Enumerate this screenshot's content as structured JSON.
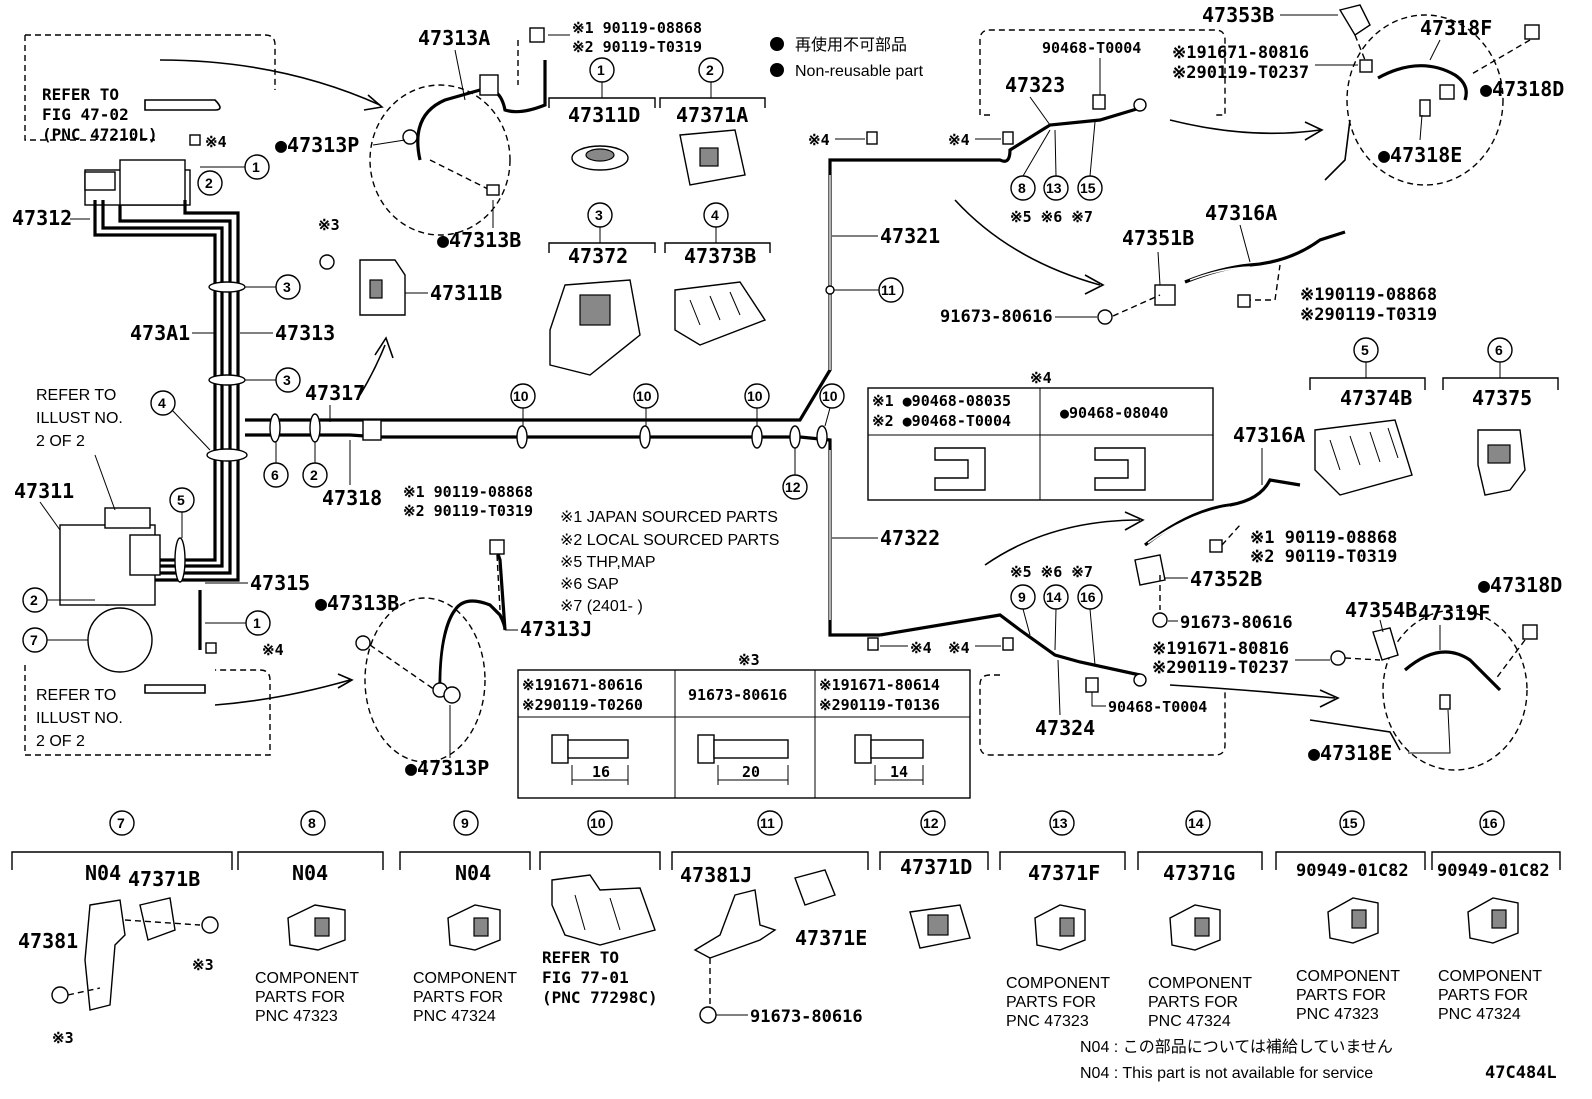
{
  "refer_boxes": {
    "fig_47_02": [
      "REFER TO",
      "FIG 47-02",
      "(PNC 47210L)"
    ],
    "illust_top": [
      "REFER TO",
      "ILLUST NO.",
      "2 OF 2"
    ],
    "illust_bottom": [
      "REFER TO",
      "ILLUST NO.",
      "2 OF 2"
    ],
    "fig_77_01": [
      "REFER TO",
      "FIG 77-01",
      "(PNC 77298C)"
    ]
  },
  "legend": {
    "nonreusable_jp": "再使用不可部品",
    "nonreusable_en": "Non-reusable part",
    "notes": [
      "※1 JAPAN SOURCED PARTS",
      "※2 LOCAL SOURCED PARTS",
      "※5 THP,MAP",
      "※6 SAP",
      "※7 (2401-    )"
    ]
  },
  "labels": {
    "p47313A": "47313A",
    "p47313P_top": "●47313P",
    "p47313B_top": "●47313B",
    "p47312": "47312",
    "p47311B": "47311B",
    "p473A1": "473A1",
    "p47313": "47313",
    "p47317": "47317",
    "p47318": "47318",
    "p47311": "47311",
    "p47315": "47315",
    "p47313B_bot": "●47313B",
    "p47313J": "47313J",
    "p47313P_bot": "●47313P",
    "p47321": "47321",
    "p47322": "47322",
    "p47323": "47323",
    "p47324": "47324",
    "p90468_T0004_top": "90468-T0004",
    "p90468_T0004_bot": "90468-T0004",
    "p47353B": "47353B",
    "p47318F": "47318F",
    "p47318D_top": "●47318D",
    "p47318E_top": "●47318E",
    "p91671_top": "※191671-80816",
    "p90119_T0237_top": "※290119-T0237",
    "p47316A_top": "47316A",
    "p47351B": "47351B",
    "p91673_80616_a": "91673-80616",
    "p90119_08868_r1": "※190119-08868",
    "p90119_T0319_r1": "※290119-T0319",
    "p47316A_mid": "47316A",
    "p90119_08868_r2": "※1 90119-08868",
    "p90119_T0319_r2": "※2 90119-T0319",
    "p47352B": "47352B",
    "p91673_80616_b": "91673-80616",
    "p47354B": "47354B",
    "p47318D_bot": "●47318D",
    "p47319F": "47319F",
    "p91671_bot": "※191671-80816",
    "p90119_T0237_bot": "※290119-T0237",
    "p47318E_bot": "●47318E",
    "p90119_08868_t": "※1 90119-08868",
    "p90119_T0319_t": "※2 90119-T0319",
    "p90119_08868_m": "※1 90119-08868",
    "p90119_T0319_m": "※2 90119-T0319",
    "n5_6_7_top": "※5 ※6 ※7",
    "n5_6_7_bot": "※5 ※6 ※7",
    "x4": "※4",
    "x3": "※3"
  },
  "callout_top_parts": [
    {
      "num": "1",
      "part": "47311D"
    },
    {
      "num": "2",
      "part": "47371A"
    },
    {
      "num": "3",
      "part": "47372"
    },
    {
      "num": "4",
      "part": "47373B"
    },
    {
      "num": "5",
      "part": "47374B"
    },
    {
      "num": "6",
      "part": "47375"
    }
  ],
  "table_x4": {
    "title": "※4",
    "r1": "※1 ●90468-08035",
    "r2": "※2 ●90468-T0004",
    "r3": "●90468-08040"
  },
  "table_x3": {
    "title": "※3",
    "c1a": "※191671-80616",
    "c1b": "※290119-T0260",
    "c2": "91673-80616",
    "c3a": "※191671-80614",
    "c3b": "※290119-T0136",
    "d1": "16",
    "d2": "20",
    "d3": "14"
  },
  "bottom_row": [
    {
      "num": "7",
      "parts": [
        "N04",
        "47371B",
        "47381"
      ],
      "caption": []
    },
    {
      "num": "8",
      "parts": [
        "N04"
      ],
      "caption": [
        "COMPONENT",
        "PARTS FOR",
        "PNC 47323"
      ]
    },
    {
      "num": "9",
      "parts": [
        "N04"
      ],
      "caption": [
        "COMPONENT",
        "PARTS FOR",
        "PNC 47324"
      ]
    },
    {
      "num": "10",
      "parts": [],
      "caption": []
    },
    {
      "num": "11",
      "parts": [
        "47381J",
        "47371E",
        "91673-80616"
      ],
      "caption": []
    },
    {
      "num": "12",
      "parts": [
        "47371D"
      ],
      "caption": []
    },
    {
      "num": "13",
      "parts": [
        "47371F"
      ],
      "caption": [
        "COMPONENT",
        "PARTS FOR",
        "PNC 47323"
      ]
    },
    {
      "num": "14",
      "parts": [
        "47371G"
      ],
      "caption": [
        "COMPONENT",
        "PARTS FOR",
        "PNC 47324"
      ]
    },
    {
      "num": "15",
      "parts": [
        "90949-01C82"
      ],
      "caption": [
        "COMPONENT",
        "PARTS FOR",
        "PNC 47323"
      ]
    },
    {
      "num": "16",
      "parts": [
        "90949-01C82"
      ],
      "caption": [
        "COMPONENT",
        "PARTS FOR",
        "PNC 47324"
      ]
    }
  ],
  "footer": {
    "n04_jp": "N04 :  この部品については補給していません",
    "n04_en": "N04 :   This part is not available for service",
    "fig_code": "47C484L"
  }
}
